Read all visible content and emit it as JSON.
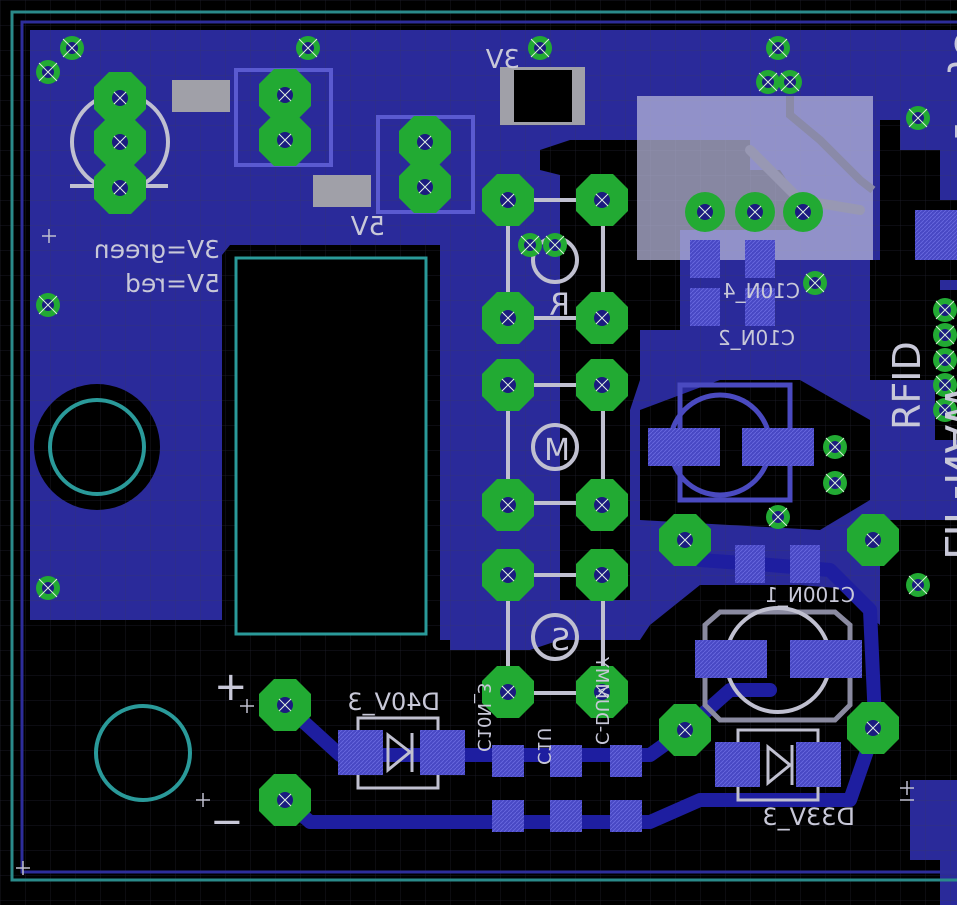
{
  "labels": {
    "v3": "3V",
    "v5": "5V",
    "legend1": "3V=green",
    "legend2": "5V=red",
    "r": "R",
    "m": "M",
    "s": "S",
    "rfid": "RFID",
    "plus": "+",
    "minus": "−",
    "d40v": "D40V_3",
    "d33v": "D33V_3",
    "c10n2": "C10N_2",
    "c10n4": "C10N_4",
    "c100n1": "C100N_1",
    "c10n3": "C10N_3",
    "c1u": "C1U",
    "cdummy": "C-DUMMY",
    "edge_top": "JO",
    "edge_e": "E",
    "edge_bottom": "LIF-NAW"
  },
  "colors": {
    "background": "#000000",
    "copper_pour": "#2a2a9a",
    "trace": "#1e1ea0",
    "pad": "#5050c8",
    "via_ring": "#22aa33",
    "via_ring_light": "#55cc55",
    "silkscreen": "#c0c0d0",
    "outline": "#2a8a8a",
    "grid": "#3a3a55"
  }
}
